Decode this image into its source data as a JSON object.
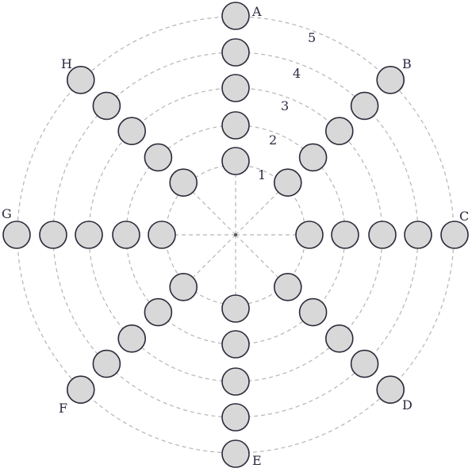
{
  "rays": [
    "A",
    "B",
    "C",
    "D",
    "E",
    "F",
    "G",
    "H"
  ],
  "ring_labels": [
    "1",
    "2",
    "3",
    "4",
    "5"
  ],
  "colors": {
    "cell_fill": "#d8d8d8",
    "cell_stroke": "#2a2a3a",
    "guide_line": "#b5b5b5",
    "text": "#2a2a40"
  }
}
